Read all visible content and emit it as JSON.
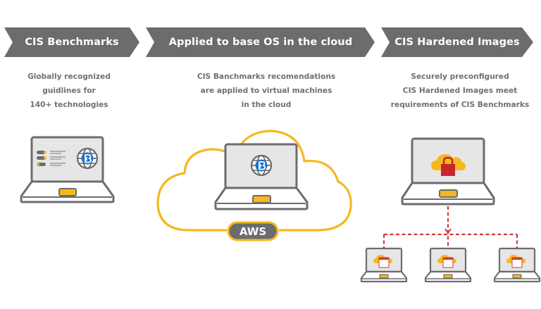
{
  "steps": [
    {
      "title": "CIS Benchmarks",
      "description": [
        "Globally recognized",
        "guidlines for",
        "140+ technologies"
      ],
      "illustration": "laptop-with-checklist-and-cis-globe-icon"
    },
    {
      "title": "Applied to base OS in the cloud",
      "description": [
        "CIS Banchmarks recomendations",
        "are applied to virtual machines",
        "in the cloud"
      ],
      "illustration": "laptop-in-cloud-icon",
      "cloud_badge": "AWS"
    },
    {
      "title": "CIS Hardened Images",
      "description": [
        "Securely preconfigured",
        "CIS Hardened Images meet",
        "requirements of CIS Benchmarks"
      ],
      "illustration": "laptop-with-locked-cloud-icon",
      "distributed_to": [
        "laptop-with-cloud-image-icon",
        "laptop-with-cloud-image-icon",
        "laptop-with-cloud-image-icon"
      ]
    }
  ],
  "colors": {
    "banner": "#6b6c6e",
    "banner_text": "#ffffff",
    "description_text": "#707070",
    "laptop_outline": "#6b6c6e",
    "laptop_screen": "#e6e6e6",
    "accent_yellow": "#f6b81c",
    "cis_blue": "#1a73c8",
    "lock_red": "#c8262d",
    "dashed_connector": "#d03a3a"
  }
}
